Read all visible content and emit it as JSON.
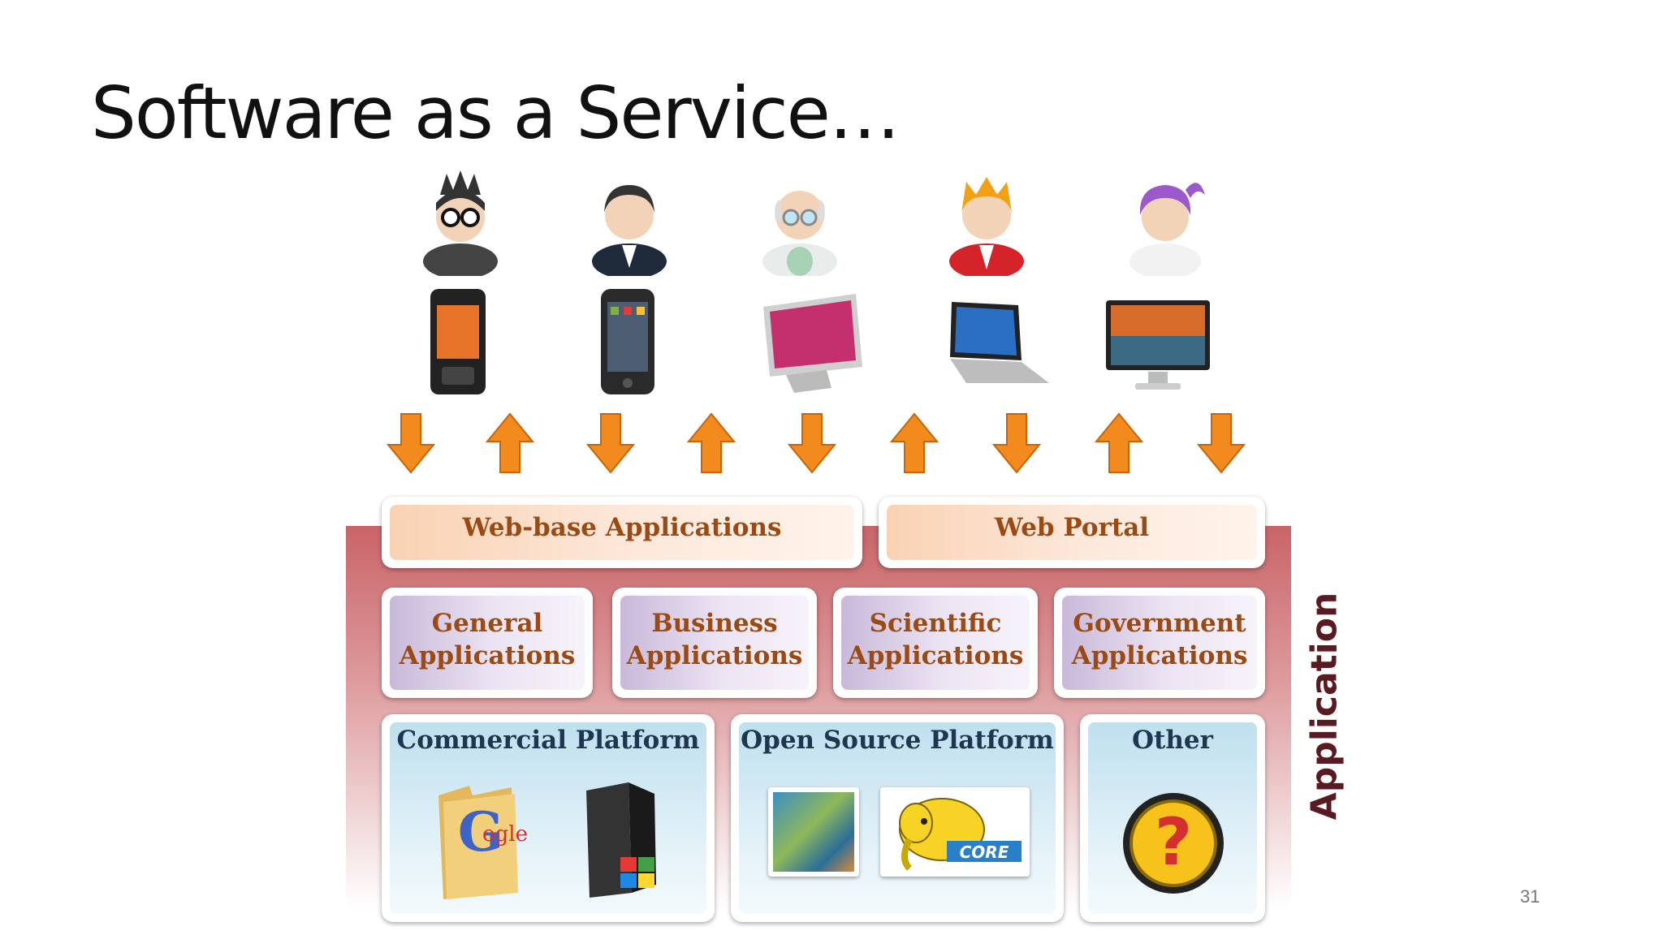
{
  "slide": {
    "title": "Software as a Service…",
    "page_number": "31",
    "side_label": "Application"
  },
  "top_row": [
    {
      "label": "Web-base Applications"
    },
    {
      "label": "Web Portal"
    }
  ],
  "middle_row": [
    {
      "line1": "General",
      "line2": "Applications"
    },
    {
      "line1": "Business",
      "line2": "Applications"
    },
    {
      "line1": "Scientific",
      "line2": "Applications"
    },
    {
      "line1": "Government",
      "line2": "Applications"
    }
  ],
  "bottom_row": [
    {
      "label": "Commercial Platform",
      "icons": [
        "google-folder-icon",
        "windows-folder-icon"
      ]
    },
    {
      "label": "Open Source Platform",
      "icons": [
        "open-source-image-icon",
        "hadoop-core-icon"
      ]
    },
    {
      "label": "Other",
      "icons": [
        "question-mark-icon"
      ]
    }
  ],
  "hadoop_logo_text": "CORE",
  "question_mark": "?",
  "users": [
    "spiky-hair-user-icon",
    "businessman-user-icon",
    "scientist-user-icon",
    "redhead-user-icon",
    "purple-hair-user-icon"
  ],
  "devices": [
    "pda-phone-icon",
    "smartphone-icon",
    "desktop-monitor-icon",
    "laptop-icon",
    "widescreen-monitor-icon"
  ],
  "arrows": [
    "down",
    "up",
    "down",
    "up",
    "down",
    "up",
    "down",
    "up",
    "down"
  ],
  "colors": {
    "arrow": "#f28a1e",
    "band": "#c96468",
    "box_label": "#9a4a12",
    "platform_label": "#1f3550",
    "side_label": "#5a1a22"
  }
}
